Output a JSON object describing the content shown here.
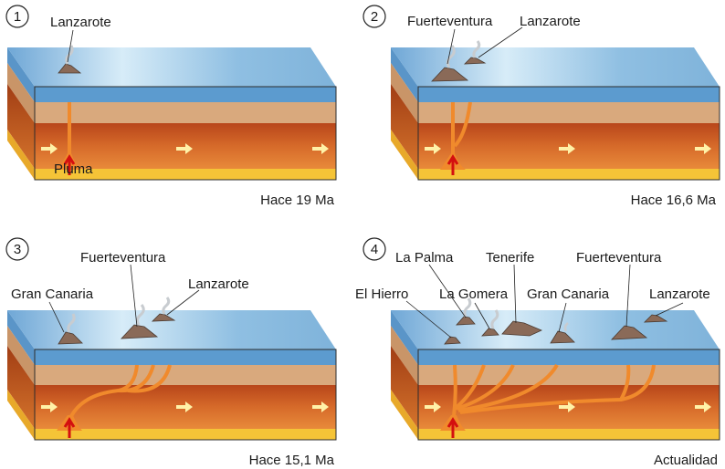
{
  "colors": {
    "ocean_top": "#7fb3da",
    "ocean_side": "#5c9bcf",
    "crust": "#d9a97d",
    "mantle": "#c7531e",
    "core_layer": "#f5c437",
    "plume": "#f08a2c",
    "island": "#8a6a58",
    "arrow_yellow": "#fff2a8",
    "arrow_red": "#d40f0f"
  },
  "panels": [
    {
      "number": "1",
      "age": "Hace 19 Ma",
      "labels": {
        "lanzarote": "Lanzarote",
        "pluma": "Pluma"
      }
    },
    {
      "number": "2",
      "age": "Hace 16,6 Ma",
      "labels": {
        "fuerteventura": "Fuerteventura",
        "lanzarote": "Lanzarote"
      }
    },
    {
      "number": "3",
      "age": "Hace 15,1 Ma",
      "labels": {
        "gran_canaria": "Gran Canaria",
        "fuerteventura": "Fuerteventura",
        "lanzarote": "Lanzarote"
      }
    },
    {
      "number": "4",
      "age": "Actualidad",
      "labels": {
        "la_palma": "La Palma",
        "tenerife": "Tenerife",
        "fuerteventura": "Fuerteventura",
        "el_hierro": "El Hierro",
        "la_gomera": "La Gomera",
        "gran_canaria": "Gran Canaria",
        "lanzarote": "Lanzarote"
      }
    }
  ]
}
